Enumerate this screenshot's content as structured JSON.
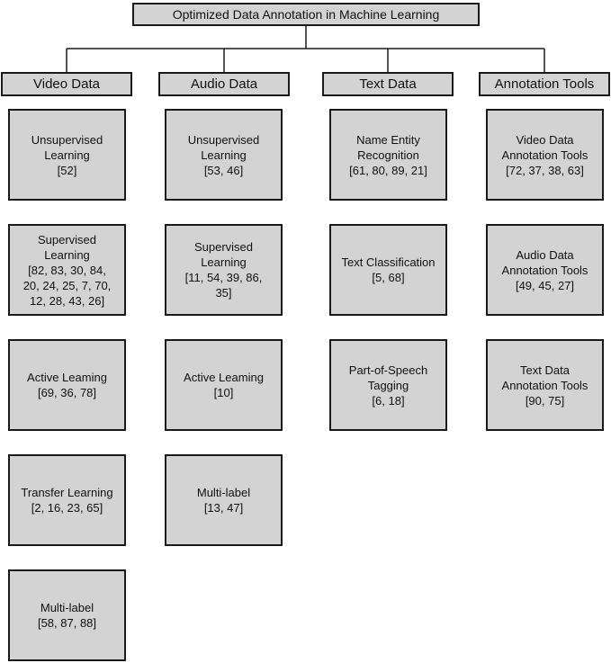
{
  "root": {
    "label": "Optimized Data Annotation in Machine Learning"
  },
  "columns": [
    {
      "label": "Video Data",
      "items": [
        {
          "lines": [
            "Unsupervised",
            "Learning",
            "[52]"
          ]
        },
        {
          "lines": [
            "Supervised",
            "Learning",
            "[82, 83, 30, 84,",
            "20, 24, 25, 7, 70,",
            "12, 28, 43, 26]"
          ]
        },
        {
          "lines": [
            "Active Leaming",
            "[69, 36, 78]"
          ]
        },
        {
          "lines": [
            "Transfer Learning",
            "[2, 16, 23, 65]"
          ]
        },
        {
          "lines": [
            "Multi-label",
            "[58, 87, 88]"
          ]
        }
      ]
    },
    {
      "label": "Audio Data",
      "items": [
        {
          "lines": [
            "Unsupervised",
            "Learning",
            "[53, 46]"
          ]
        },
        {
          "lines": [
            "Supervised",
            "Learning",
            "[11, 54, 39, 86,",
            "35]"
          ]
        },
        {
          "lines": [
            "Active Leaming",
            "[10]"
          ]
        },
        {
          "lines": [
            "Multi-label",
            "[13, 47]"
          ]
        }
      ]
    },
    {
      "label": "Text Data",
      "items": [
        {
          "lines": [
            "Name Entity",
            "Recognition",
            "[61, 80, 89, 21]"
          ]
        },
        {
          "lines": [
            "Text Classification",
            "[5, 68]"
          ]
        },
        {
          "lines": [
            "Part-of-Speech",
            "Tagging",
            "[6, 18]"
          ]
        }
      ]
    },
    {
      "label": "Annotation Tools",
      "items": [
        {
          "lines": [
            "Video Data",
            "Annotation Tools",
            "[72, 37, 38, 63]"
          ]
        },
        {
          "lines": [
            "Audio Data",
            "Annotation Tools",
            "[49, 45, 27]"
          ]
        },
        {
          "lines": [
            "Text Data",
            "Annotation Tools",
            "[90, 75]"
          ]
        }
      ]
    }
  ]
}
